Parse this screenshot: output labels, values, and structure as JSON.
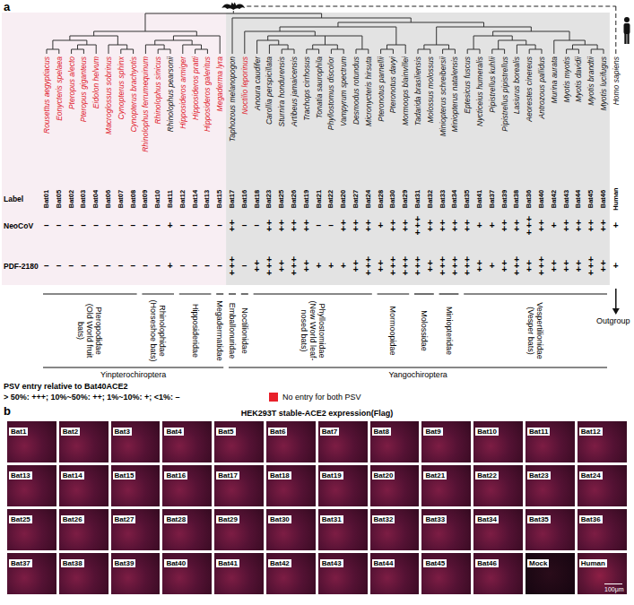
{
  "diagram": {
    "nodes": [
      {
        "text": [
          "Bat1"
        ]
      },
      {
        "text": [
          "Bat2"
        ]
      },
      {
        "text": [
          "Bat3"
        ]
      },
      {
        "text": [
          "Bat4"
        ]
      },
      {
        "text": [
          "Bat5"
        ]
      },
      {
        "text": [
          "Bat6"
        ]
      },
      {
        "text": [
          "Bat7"
        ]
      },
      {
        "text": [
          "Bat8"
        ]
      },
      {
        "text": [
          "Bat9"
        ]
      },
      {
        "text": [
          "Bat10"
        ]
      },
      {
        "text": [
          "Bat11"
        ]
      },
      {
        "text": [
          "Bat12"
        ]
      },
      {
        "text": [
          "Bat13"
        ]
      },
      {
        "text": [
          "Bat14"
        ]
      },
      {
        "text": [
          "Bat15"
        ]
      },
      {
        "text": [
          "Bat16"
        ]
      },
      {
        "text": [
          "Bat17"
        ]
      },
      {
        "text": [
          "Bat18"
        ]
      },
      {
        "text": [
          "Bat19"
        ]
      },
      {
        "text": [
          "Bat20"
        ]
      },
      {
        "text": [
          "Bat21"
        ]
      },
      {
        "text": [
          "Bat22"
        ]
      },
      {
        "text": [
          "Bat23"
        ]
      },
      {
        "text": [
          "Bat24"
        ]
      },
      {
        "text": [
          "Bat25"
        ]
      },
      {
        "text": [
          "Bat26"
        ]
      },
      {
        "text": [
          "Bat27"
        ]
      },
      {
        "text": [
          "Bat28"
        ]
      },
      {
        "text": [
          "Bat29"
        ]
      },
      {
        "text": [
          "Bat30"
        ]
      },
      {
        "text": [
          "Bat31"
        ]
      },
      {
        "text": [
          "Bat32"
        ]
      },
      {
        "text": [
          "Bat33"
        ]
      },
      {
        "text": [
          "Bat34"
        ]
      },
      {
        "text": [
          "Bat35"
        ]
      },
      {
        "text": [
          "Bat36"
        ]
      },
      {
        "text": [
          "Bat37"
        ]
      },
      {
        "text": [
          "Bat38"
        ]
      },
      {
        "text": [
          "Bat39"
        ]
      },
      {
        "text": [
          "Bat40"
        ]
      },
      {
        "text": [
          "Bat41"
        ]
      },
      {
        "text": [
          "Bat42"
        ]
      },
      {
        "text": [
          "Bat43"
        ]
      },
      {
        "text": [
          "Bat44"
        ]
      },
      {
        "text": [
          "Bat45"
        ]
      },
      {
        "text": [
          "Bat46"
        ]
      },
      {
        "text": [
          "Mock"
        ]
      },
      {
        "text": [
          "Human",
          "100μm"
        ]
      }
    ],
    "labels": [
      "a",
      "Rousettus aegyptiacus",
      "Eonycteris spelaea",
      "Pteropus alecto",
      "Pteropus giganteus",
      "Eidolon helvum",
      "Macroglossus sobrinus",
      "Cynopterus sphinx",
      "Cynopterus brachyotis",
      "Rhinolophus ferrumequinum",
      "Rhinolophus sinicus",
      "Rhinolophus pearsonii",
      "Hipposideros armiger",
      "Hipposideros pratti",
      "Hipposideros galeritus",
      "Megaderma lyra",
      "Taphozous melanopogon",
      "Noctilio leporinus",
      "Anoura caudifer",
      "Carollia perspicillata",
      "Sturnira hondurensis",
      "Artibeus jamaicensis",
      "Trachops cirrhosus",
      "Tonatia saurophila",
      "Phyllostomus discolor",
      "Vampyrum spectrum",
      "Desmodus rotundus",
      "Micronycteris hirsuta",
      "Pteronotus parnellii",
      "Pteronotus davyi",
      "Mormoops blainvillei",
      "Tadarida brasiliensis",
      "Molossus molossus",
      "Miniopterus schreibersii",
      "Miniopterus natalensis",
      "Eptesicus fuscus",
      "Nycticeius humeralis",
      "Pipistrellus kuhlii",
      "Pipistrellus pipistrellus",
      "Lasiurus borealis",
      "Aeorestes cinereus",
      "Antrozous pallidus",
      "Murina aurata",
      "Myotis myotis",
      "Myotis davidii",
      "Myotis brandtii",
      "Myotis lucifugus",
      "Homo sapiens",
      "Label",
      "Bat01",
      "Bat05",
      "Bat02",
      "Bat03",
      "Bat04",
      "Bat06",
      "Bat07",
      "Bat08",
      "Bat09",
      "Bat10",
      "Bat11",
      "Bat12",
      "Bat14",
      "Bat13",
      "Bat15",
      "Bat17",
      "Bat16",
      "Bat18",
      "Bat23",
      "Bat25",
      "Bat26",
      "Bat19",
      "Bat21",
      "Bat22",
      "Bat20",
      "Bat27",
      "Bat24",
      "Bat28",
      "Bat30",
      "Bat29",
      "Bat31",
      "Bat32",
      "Bat33",
      "Bat34",
      "Bat35",
      "Bat41",
      "Bat37",
      "Bat39",
      "Bat38",
      "Bat36",
      "Bat40",
      "Bat42",
      "Bat43",
      "Bat44",
      "Bat45",
      "Bat46",
      "Human",
      "NeoCoV",
      "–",
      "–",
      "–",
      "–",
      "–",
      "–",
      "–",
      "–",
      "–",
      "–",
      "+",
      "–",
      "–",
      "–",
      "–",
      "++",
      "–",
      "–",
      "++",
      "++",
      "++",
      "++",
      "–",
      "–",
      "++",
      "++",
      "++",
      "+",
      "++",
      "++",
      "+++",
      "++",
      "++",
      "++",
      "++",
      "+",
      "+",
      "++",
      "++",
      "+++",
      "++",
      "+",
      "++",
      "++",
      "++",
      "++",
      "+",
      "PDF-2180",
      "–",
      "–",
      "–",
      "–",
      "–",
      "–",
      "–",
      "–",
      "–",
      "–",
      "+",
      "–",
      "–",
      "–",
      "–",
      "+++",
      "–",
      "++",
      "+++",
      "++",
      "+++",
      "++",
      "+",
      "+",
      "+",
      "++",
      "+++",
      "++",
      "+++",
      "+++",
      "+++",
      "++",
      "+++",
      "+++",
      "+++",
      "++",
      "+",
      "++",
      "+++",
      "++",
      "+++",
      "++",
      "++",
      "++",
      "+++",
      "++",
      "+",
      "Pteropodidae (Old World fruit bats)",
      "Rhinolophidae (Horseshoe bats)",
      "Hipposideridae",
      "Megadermatidae",
      "Emballonuridae",
      "Noctilionidae",
      "Phyllostomidae (New World leaf-nosed bats)",
      "Mormoopidae",
      "Molossidae",
      "Miniopteridae",
      "Vespertilionidae (Vesper bats)",
      "Yinpterochiroptera",
      "Yangochiroptera",
      "Outgroup",
      "PSV entry relative to Bat40ACE2",
      "> 50%: +++; 10%~50%: ++; 1%~10%: +; <1%: –",
      "b",
      "HEK293T stable-ACE2 expression(Flag)"
    ],
    "legend": [
      {
        "text": "No entry for both PSV",
        "color": "#e8202a"
      }
    ]
  }
}
